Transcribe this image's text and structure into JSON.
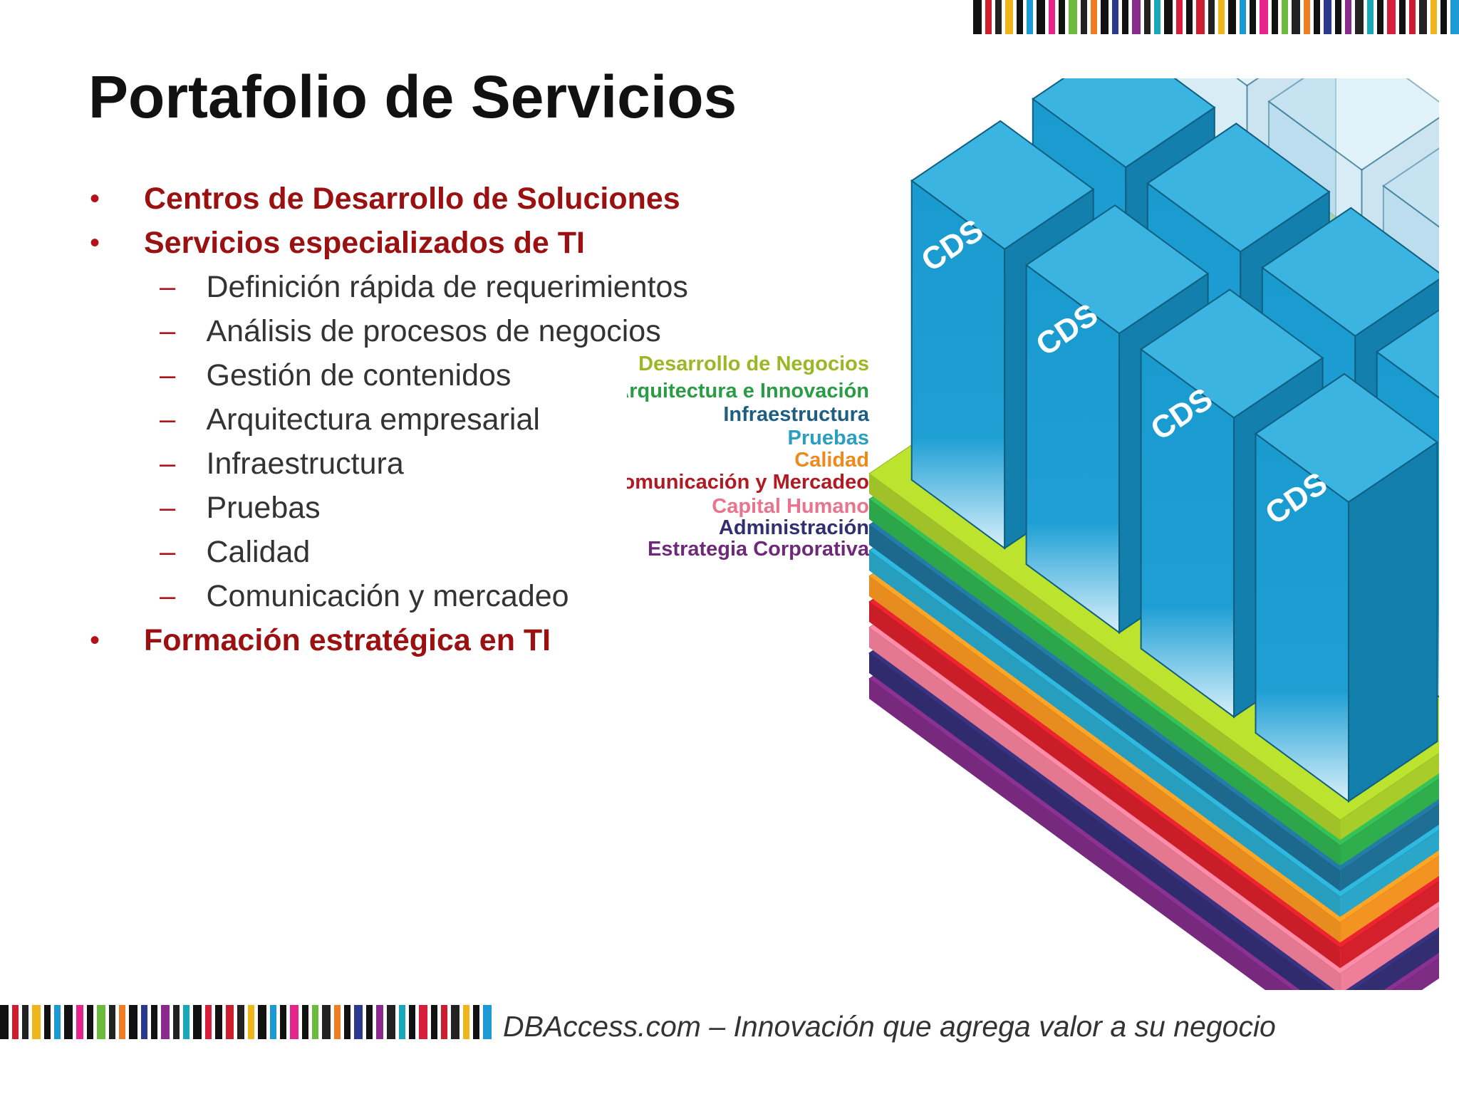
{
  "slide": {
    "title": "Portafolio de Servicios"
  },
  "bullets": [
    {
      "level": 1,
      "text": "Centros de Desarrollo de Soluciones"
    },
    {
      "level": 1,
      "text": "Servicios especializados de TI"
    },
    {
      "level": 2,
      "text": "Definición rápida de requerimientos"
    },
    {
      "level": 2,
      "text": "Análisis de procesos de negocios"
    },
    {
      "level": 2,
      "text": "Gestión de contenidos"
    },
    {
      "level": 2,
      "text": "Arquitectura empresarial"
    },
    {
      "level": 2,
      "text": "Infraestructura"
    },
    {
      "level": 2,
      "text": "Pruebas"
    },
    {
      "level": 2,
      "text": "Calidad"
    },
    {
      "level": 2,
      "text": "Comunicación y mercadeo"
    },
    {
      "level": 1,
      "text": "Formación estratégica en TI"
    }
  ],
  "diagram": {
    "layers": [
      {
        "label": "Desarrollo de Negocios",
        "color": "#a8cc2a",
        "label_color": "#9ab825"
      },
      {
        "label": "Arquitectura e Innovación",
        "color": "#2fae4e",
        "label_color": "#2a9c45"
      },
      {
        "label": "Infraestructura",
        "color": "#1f6f95",
        "label_color": "#1d5f80"
      },
      {
        "label": "Pruebas",
        "color": "#29a6c8",
        "label_color": "#2a9fbf"
      },
      {
        "label": "Calidad",
        "color": "#f39422",
        "label_color": "#ee8a1d"
      },
      {
        "label": "Comunicación y Mercadeo",
        "color": "#d4202a",
        "label_color": "#b01a22"
      },
      {
        "label": "Capital Humano",
        "color": "#ef7e98",
        "label_color": "#e8748e"
      },
      {
        "label": "Administración",
        "color": "#332d72",
        "label_color": "#332d72"
      },
      {
        "label": "Estrategia Corporativa",
        "color": "#7d2c84",
        "label_color": "#6e2a78"
      }
    ],
    "tower_label": "CDS"
  },
  "footer": {
    "text": "DBAccess.com – Innovación que agrega valor a su negocio"
  },
  "stripe_colors": [
    "#111111",
    "#cc1e2e",
    "#222222",
    "#f1b51c",
    "#111111",
    "#1b9ad6",
    "#111111",
    "#e6248c",
    "#111111",
    "#6cbb3c",
    "#222222",
    "#f07d22",
    "#111111",
    "#2a3b8f",
    "#111111",
    "#8a2a8c",
    "#222222",
    "#18a9b8",
    "#111111",
    "#d61f3a"
  ]
}
